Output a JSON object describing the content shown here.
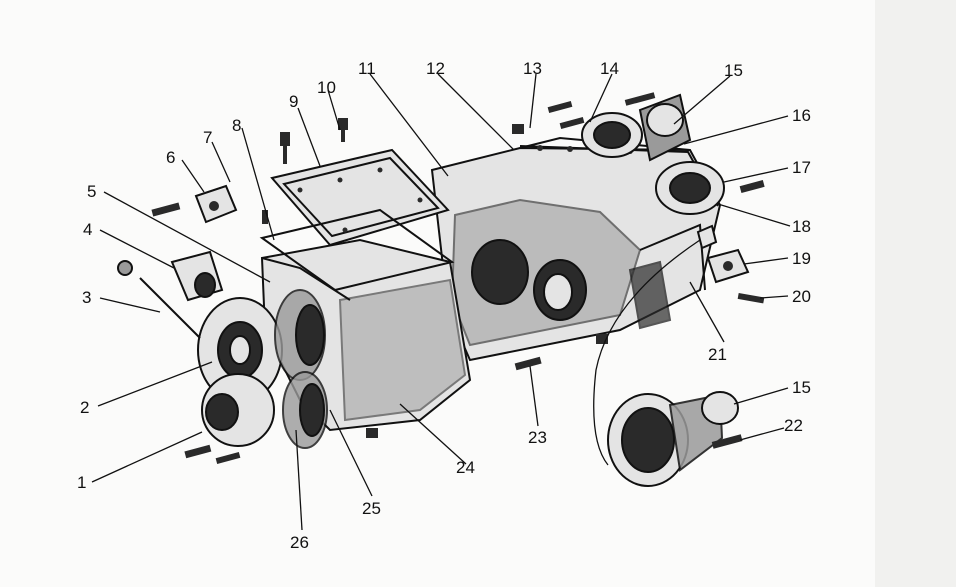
{
  "callouts": [
    "1",
    "2",
    "3",
    "4",
    "5",
    "6",
    "7",
    "8",
    "9",
    "10",
    "11",
    "12",
    "13",
    "14",
    "15",
    "16",
    "17",
    "18",
    "19",
    "20",
    "21",
    "22",
    "23",
    "24",
    "25",
    "26",
    "15"
  ]
}
